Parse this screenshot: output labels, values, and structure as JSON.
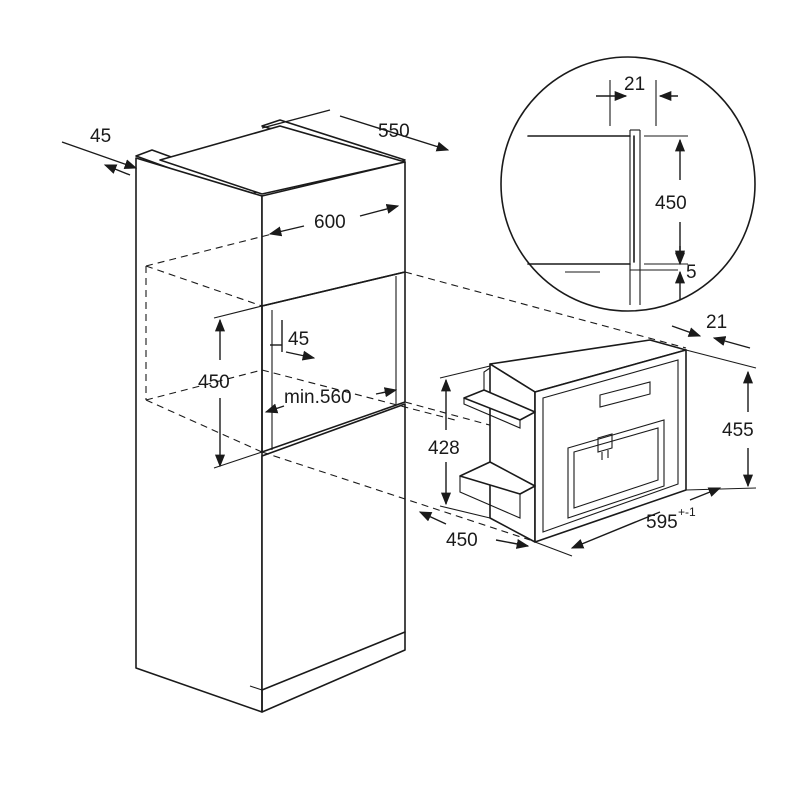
{
  "dimensions": {
    "d45_top": "45",
    "d550": "550",
    "d600": "600",
    "d45_inner": "45",
    "d450_niche": "450",
    "min560": "min.560",
    "d21_detail": "21",
    "d450_detail": "450",
    "d5_detail": "5",
    "d21_machine": "21",
    "d455": "455",
    "d428": "428",
    "d450_depth": "450",
    "d595": "595",
    "d595_tolerance": "+-1"
  },
  "colors": {
    "line": "#1a1a1a",
    "background": "#ffffff"
  }
}
